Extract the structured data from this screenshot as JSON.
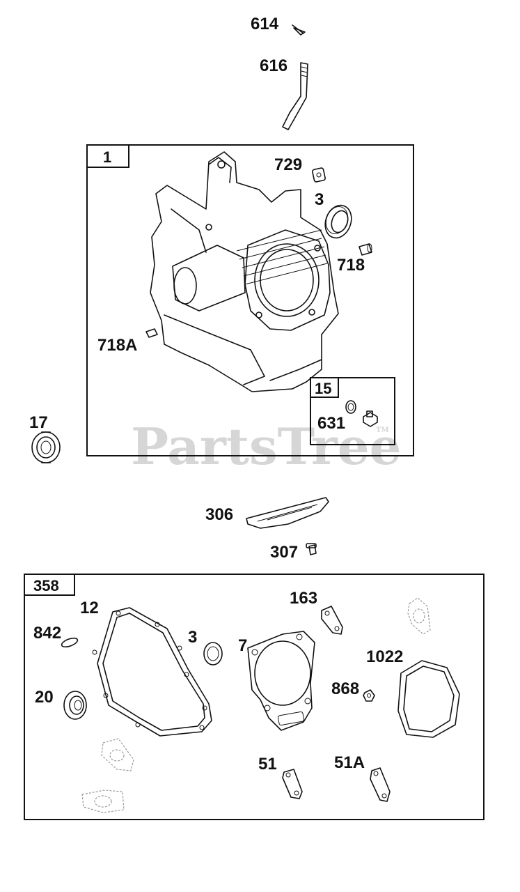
{
  "watermark": {
    "text": "PartsTree",
    "tm": "TM"
  },
  "callouts": {
    "c614": "614",
    "c616": "616",
    "c729": "729",
    "c3a": "3",
    "c718": "718",
    "c718a": "718A",
    "c631": "631",
    "c17": "17",
    "c306": "306",
    "c307": "307",
    "c12": "12",
    "c842": "842",
    "c3b": "3",
    "c7": "7",
    "c163": "163",
    "c1022": "1022",
    "c20": "20",
    "c868": "868",
    "c51": "51",
    "c51a": "51A"
  },
  "kits": {
    "k1": "1",
    "k15": "15",
    "k358": "358"
  },
  "colors": {
    "ink": "#111111",
    "watermark": "#d6d6d6",
    "ghost": "#999999"
  }
}
